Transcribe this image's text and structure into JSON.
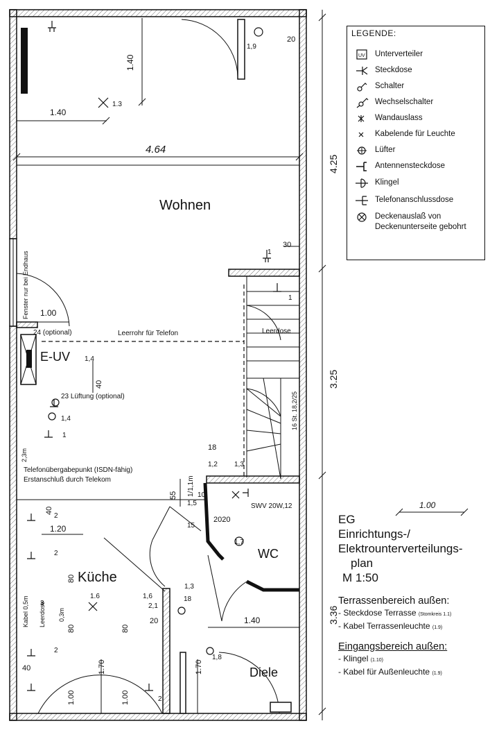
{
  "plan": {
    "rooms": {
      "wohnen": "Wohnen",
      "kueche": "Küche",
      "wc": "WC",
      "diele": "Diele"
    },
    "dimensions": {
      "width_total": "4.64",
      "dim_140_a": "1.40",
      "dim_140_v": "1.40",
      "dim_140_diele": "1.40",
      "dim_100": "1.00",
      "dim_120": "1.20",
      "dim_425": "4.25",
      "dim_325": "3.25",
      "dim_336": "3.36",
      "dim_30": "30",
      "dim_20_top": "20",
      "dim_40_uv": "40",
      "dim_40_k": "40",
      "dim_40_bot": "40",
      "dim_55": "55",
      "dim_11m": "1/1,1m",
      "dim_80_a": "80",
      "dim_80_b": "80",
      "dim_80_c": "80",
      "dim_170_a": "1.70",
      "dim_170_b": "1.70",
      "dim_100_a": "1.00",
      "dim_100_b": "1.00",
      "dim_20_door": "20",
      "dim_2020": "2020",
      "dim_18": "18",
      "scale_bar": "1.00"
    },
    "annotations": {
      "ka_13": "1.3",
      "ka_16": "1.6",
      "ka_19": "1,9",
      "fenster": "Fenster nur bei Endhaus",
      "optional": "24 (optional)",
      "leerrohr": "Leerrohr für Telefon",
      "leerdose": "Leerdose",
      "euv": "E-UV",
      "euv_14": "1,4",
      "lueftung": "23 Lüftung (optional)",
      "l14": "1,4",
      "l1": "1",
      "h23m": "2,3m",
      "telefon1": "Telefonübergabepunkt (ISDN-fähig)",
      "telefon2": "Erstanschluß durch Telekom",
      "stair": "16 St. 18,2/25",
      "swv": "SWV 20W,12",
      "n12": "1,2",
      "n13": "1,3",
      "n10": "10",
      "n15a": "1,5",
      "n15b": "15",
      "n17": "1,7",
      "n16b": "1,6",
      "n21": "2,1",
      "n18": "1,8",
      "n18b": "18",
      "n13b": "1,3",
      "n1a": "1",
      "n1b": "1",
      "n2a": "2",
      "n2b": "2",
      "n2c": "2",
      "n2d": "2",
      "kabel": "Kabel 0,5m",
      "leerdose_k": "Leerdose",
      "m03": "0,3m",
      "m3": "3"
    }
  },
  "legend": {
    "title": "LEGENDE:",
    "items": [
      {
        "icon": "unterverteiler-icon",
        "label": "Unterverteiler"
      },
      {
        "icon": "steckdose-icon",
        "label": "Steckdose"
      },
      {
        "icon": "schalter-icon",
        "label": "Schalter"
      },
      {
        "icon": "wechselschalter-icon",
        "label": "Wechselschalter"
      },
      {
        "icon": "wandauslass-icon",
        "label": "Wandauslass"
      },
      {
        "icon": "kabelende-icon",
        "label": "Kabelende für Leuchte"
      },
      {
        "icon": "luefter-icon",
        "label": "Lüfter"
      },
      {
        "icon": "antennensteckdose-icon",
        "label": "Antennensteckdose"
      },
      {
        "icon": "klingel-icon",
        "label": "Klingel"
      },
      {
        "icon": "telefonanschlussdose-icon",
        "label": "Telefonanschlussdose"
      },
      {
        "icon": "deckenauslass-icon",
        "label": "Deckenauslaß von Deckenunterseite gebohrt"
      }
    ],
    "uv_text": "UV"
  },
  "info": {
    "title": [
      "EG",
      "Einrichtungs-/",
      "Elektrounterverteilungs-",
      "plan",
      "M 1:50"
    ],
    "terrasse_title": "Terrassenbereich außen:",
    "terrasse_items": [
      {
        "text": "- Steckdose Terrasse",
        "note": "(Stomkreis 1.1)"
      },
      {
        "text": "- Kabel Terrassenleuchte",
        "note": "(1.9)"
      }
    ],
    "eingang_title": "Eingangsbereich außen:",
    "eingang_items": [
      {
        "text": "- Klingel",
        "note": "(1.10)"
      },
      {
        "text": "- Kabel für Außenleuchte",
        "note": "(1.9)"
      }
    ]
  }
}
